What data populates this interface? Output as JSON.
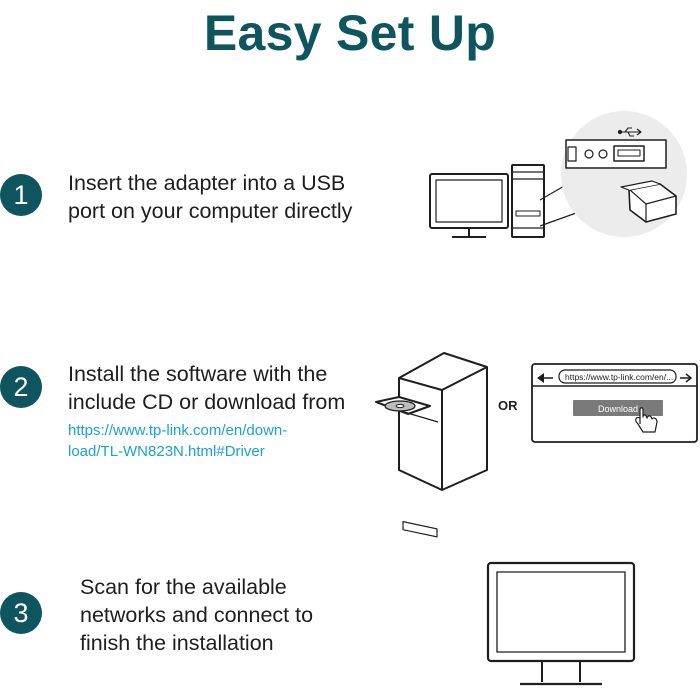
{
  "title": "Easy Set Up",
  "steps": [
    {
      "number": "1",
      "lines": [
        "Insert the adapter into a USB",
        "port on your computer directly"
      ]
    },
    {
      "number": "2",
      "lines": [
        "Install the software with the",
        "include CD or download from"
      ],
      "link_lines": [
        "https://www.tp-link.com/en/down-",
        "load/TL-WN823N.html#Driver"
      ]
    },
    {
      "number": "3",
      "lines": [
        "Scan for the available",
        "networks and connect to",
        "finish the installation"
      ]
    }
  ],
  "or_label": "OR",
  "browser": {
    "url": "https://www.tp-link.com/en/...",
    "download_label": "Download"
  },
  "colors": {
    "accent": "#0e5560",
    "link": "#1aa1d6"
  },
  "icons": [
    "usb-icon",
    "back-arrow-icon",
    "forward-arrow-icon",
    "hand-cursor-icon"
  ]
}
